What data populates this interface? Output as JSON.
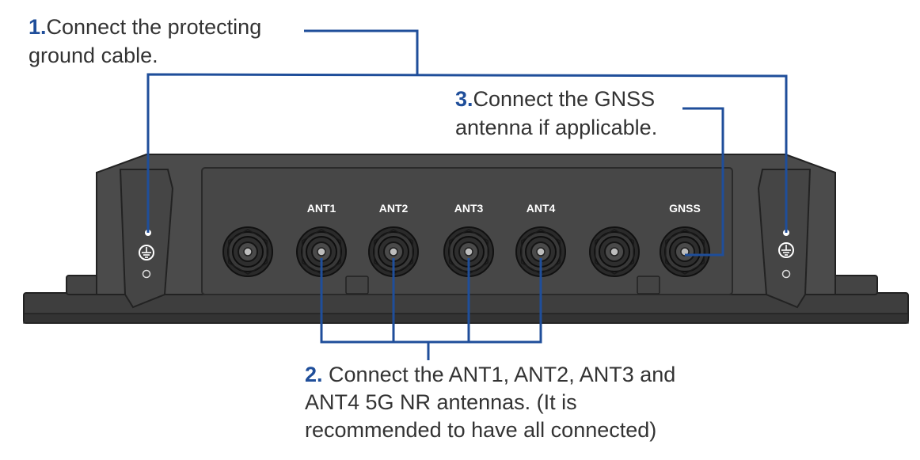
{
  "callouts": {
    "ground": {
      "number": "1.",
      "line1": "Connect the protecting",
      "line2": "ground cable."
    },
    "antennas": {
      "number": "2.",
      "line1": " Connect the ANT1, ANT2, ANT3 and",
      "line2": "ANT4 5G NR antennas. (It is",
      "line3": "recommended to have all connected)"
    },
    "gnss": {
      "number": "3.",
      "line1": "Connect the GNSS",
      "line2": "antenna if  applicable."
    }
  },
  "ports": [
    "",
    "ANT1",
    "ANT2",
    "ANT3",
    "ANT4",
    "",
    "GNSS"
  ],
  "ground_terminals": [
    "ground-terminal-left",
    "ground-terminal-right"
  ],
  "colors": {
    "callout_line": "#1f4e9a",
    "callout_number": "#1f4e9a",
    "text": "#333333",
    "device_body": "#4a4a4a",
    "device_dark": "#2c2c2c"
  },
  "icons": [
    "ground-symbol-icon"
  ]
}
